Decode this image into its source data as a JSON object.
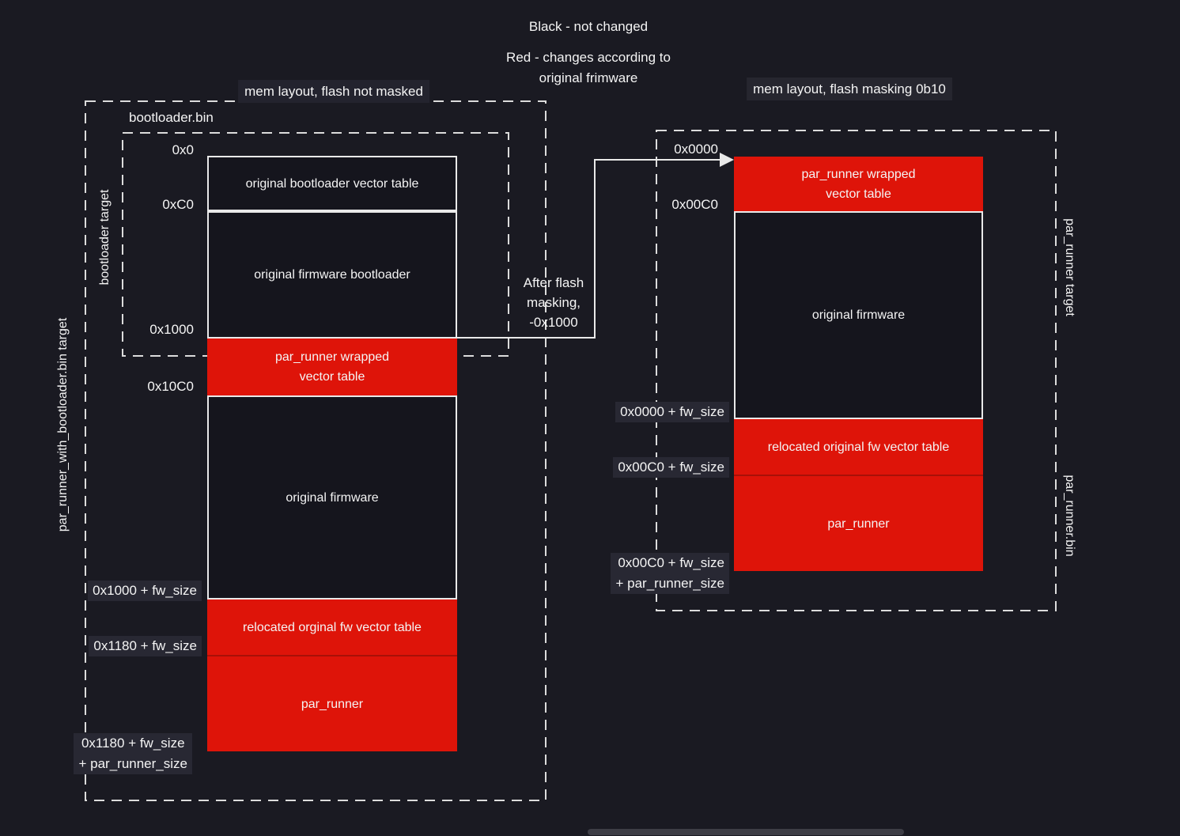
{
  "colors": {
    "background": "#1a1a22",
    "block_fill": "#15151d",
    "red_fill": "#de1409",
    "red_divider": "#a81007",
    "line_white": "#e9e9e9",
    "text": "#f4f4f4",
    "label_highlight": "#282833",
    "bottom_bar": "#3d3d45"
  },
  "legend": {
    "black_note": "Black - not changed",
    "red_note": "Red - changes according to\noriginal frimware"
  },
  "left_diagram": {
    "title": "mem layout, flash not masked",
    "bin_label": "bootloader.bin",
    "inner_target_label": "bootloader target",
    "outer_target_label": "par_runner_with_bootloader.bin target",
    "blocks": [
      {
        "label": "original bootloader vector table",
        "color": "black"
      },
      {
        "label": "original firmware bootloader",
        "color": "black"
      },
      {
        "label": "par_runner wrapped\nvector table",
        "color": "red"
      },
      {
        "label": "original firmware",
        "color": "black"
      },
      {
        "label": "relocated orginal fw vector table",
        "color": "red"
      },
      {
        "label": "par_runner",
        "color": "red"
      }
    ],
    "addresses": {
      "a0": "0x0",
      "a1": "0xC0",
      "a2": "0x1000",
      "a3": "0x10C0",
      "a4": "0x1000 + fw_size",
      "a5": "0x1180 + fw_size",
      "a6": "0x1180 + fw_size\n+ par_runner_size"
    }
  },
  "connector": {
    "label": "After flash\nmasking,\n-0x1000"
  },
  "right_diagram": {
    "title": "mem layout, flash masking 0b10",
    "target_label": "par_runner target",
    "bin_label": "par_runner.bin",
    "blocks": [
      {
        "label": "par_runner wrapped\nvector table",
        "color": "red"
      },
      {
        "label": "original firmware",
        "color": "black"
      },
      {
        "label": "relocated original fw vector table",
        "color": "red"
      },
      {
        "label": "par_runner",
        "color": "red"
      }
    ],
    "addresses": {
      "a0": "0x0000",
      "a1": "0x00C0",
      "a2": "0x0000 + fw_size",
      "a3": "0x00C0 + fw_size",
      "a4": "0x00C0 + fw_size\n+ par_runner_size"
    }
  }
}
